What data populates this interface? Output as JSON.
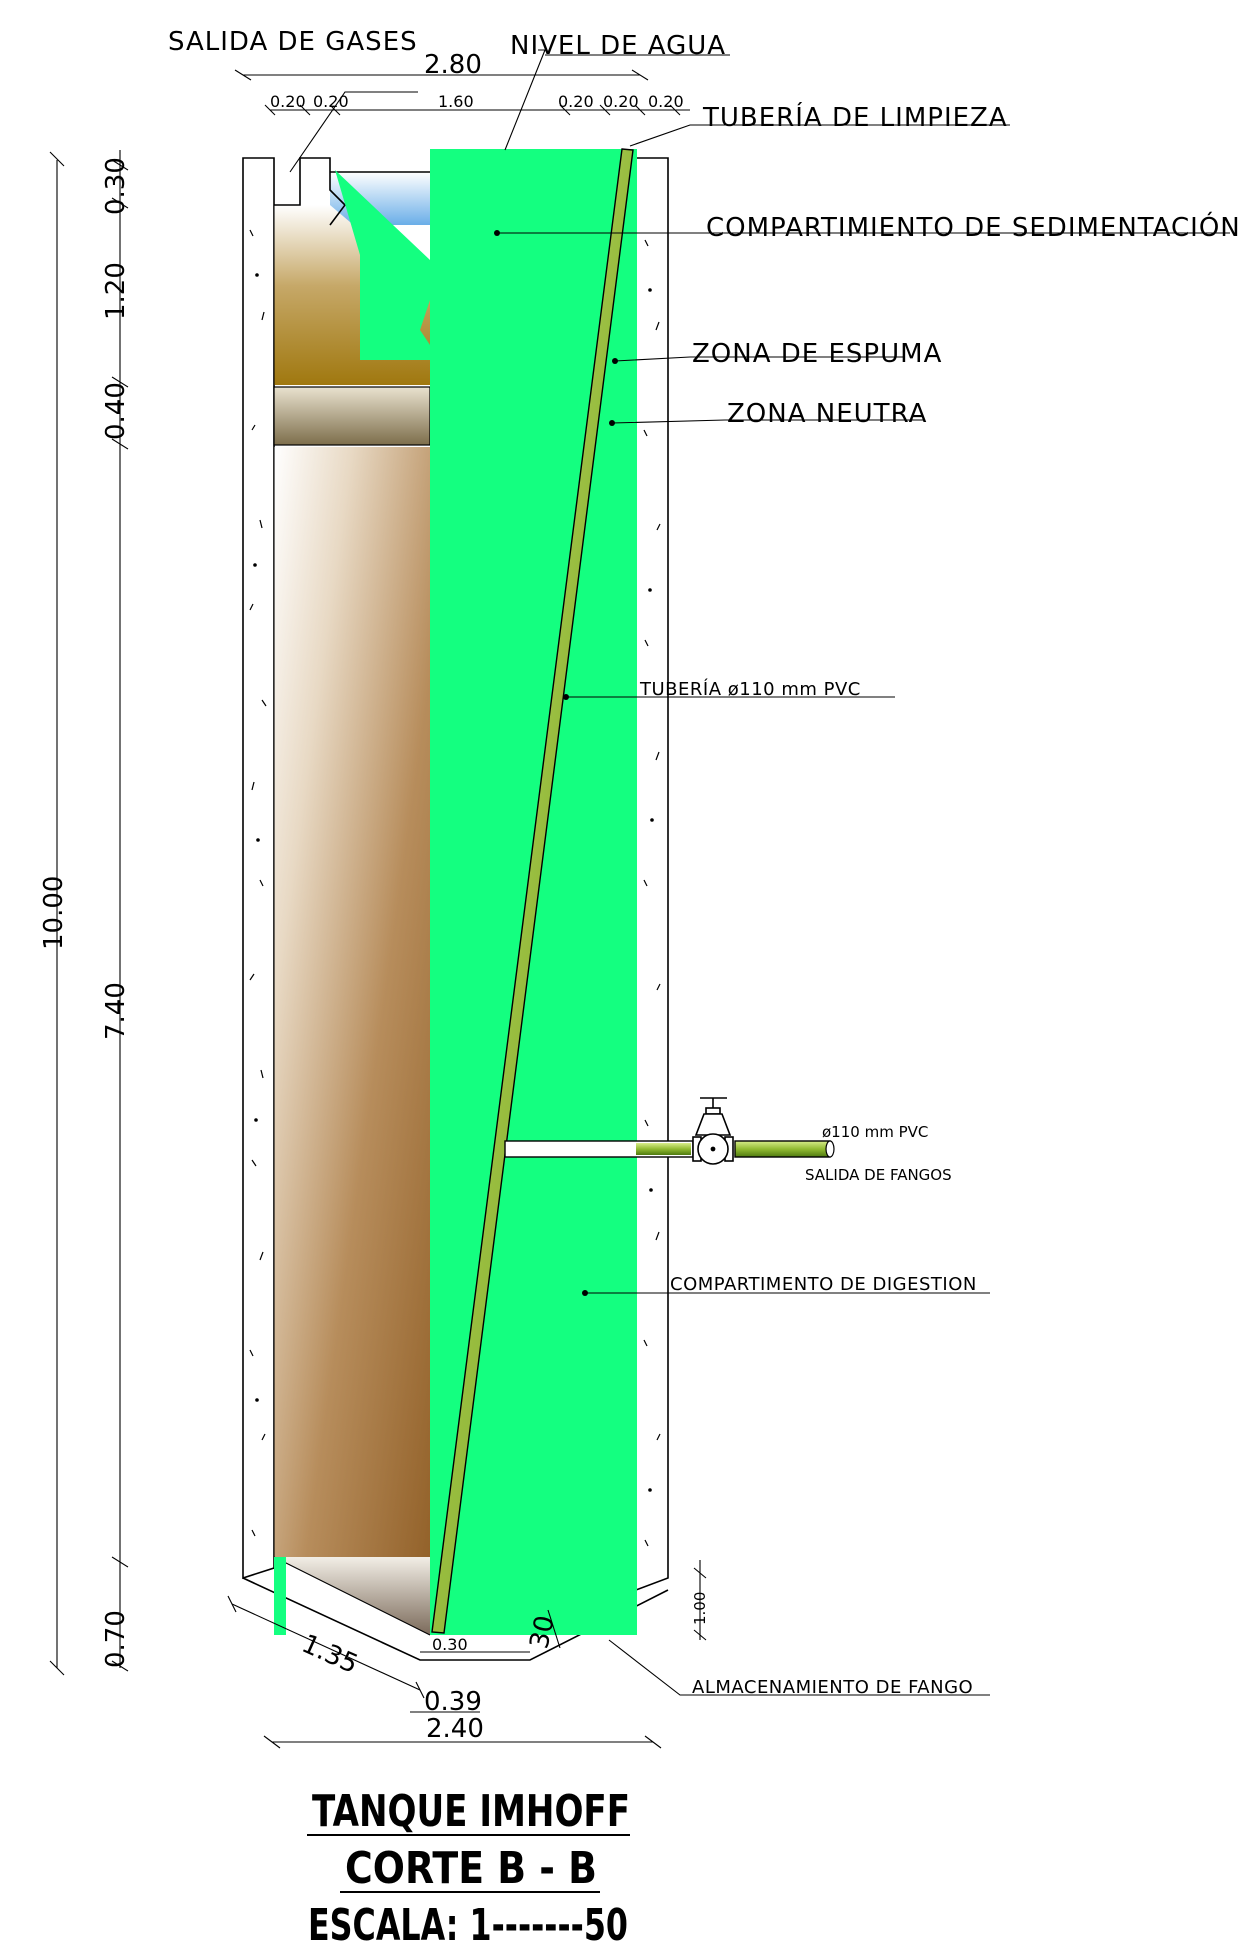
{
  "labels": {
    "gas_outlet": "SALIDA DE GASES",
    "water_level": "NIVEL DE AGUA",
    "cleaning_pipe": "TUBERÍA DE LIMPIEZA",
    "sedimentation": "COMPARTIMIENTO DE SEDIMENTACIÓN",
    "scum_zone": "ZONA DE ESPUMA",
    "neutral_zone": "ZONA NEUTRA",
    "pipe_spec": "TUBERÍA ø110 mm PVC",
    "sludge_pipe_spec": "ø110 mm PVC",
    "sludge_outlet": "SALIDA DE FANGOS",
    "digestion": "COMPARTIMENTO DE DIGESTION",
    "sludge_storage": "ALMACENAMIENTO DE FANGO"
  },
  "dimensions": {
    "top_total": "2.80",
    "top_parts": [
      "0.20",
      "0.20",
      "1.60",
      "0.20",
      "0.20",
      "0.20"
    ],
    "left_total": "10.00",
    "left_parts": [
      "0.30",
      "1.20",
      "0.40",
      "7.40",
      "0.70"
    ],
    "bottom_total": "2.40",
    "bottom_slope": "1.35",
    "bottom_opening": "0.30",
    "bottom_offset": "0.39",
    "bottom_right_partial": "30",
    "right_height": "1.00"
  },
  "title": {
    "line1": "TANQUE IMHOFF",
    "line2": "CORTE B  -  B",
    "line3": "ESCALA: 1-------50"
  },
  "colors": {
    "highlight": "#14ff80",
    "water": "#7fb8ec",
    "scum": "#a8822a",
    "neutral": "#8a7a55",
    "sludge": "#a67a45",
    "pipe": "#8bb83a"
  }
}
